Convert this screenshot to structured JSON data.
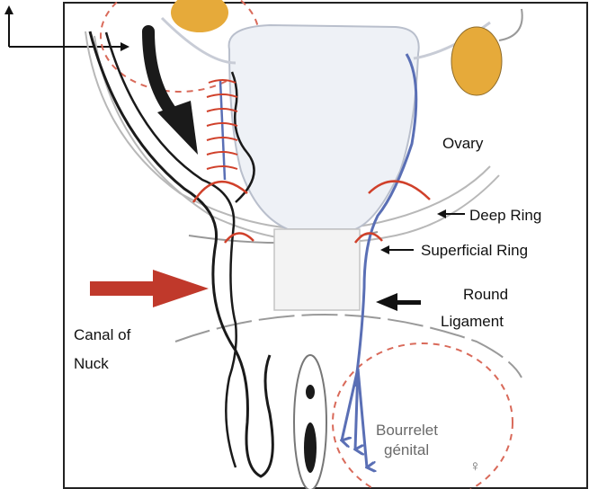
{
  "labels": {
    "ovary": "Ovary",
    "deep_ring": "Deep Ring",
    "superficial_ring": "Superficial Ring",
    "round_ligament_line1": "Round",
    "round_ligament_line2": "Ligament",
    "canal_line1": "Canal of",
    "canal_line2": "Nuck",
    "bourrelet_line1": "Bourrelet",
    "bourrelet_line2": "génital",
    "female_symbol": "♀"
  },
  "colors": {
    "frame": "#222222",
    "uterus_fill": "#eef1f6",
    "ovary_fill": "#e6aa3a",
    "round_ligament": "#5a6fb5",
    "black_ligament": "#1a1a1a",
    "red_arrow": "#c0392b",
    "dashed_circle": "#d96a5a",
    "ring_arc": "#d0402a"
  }
}
